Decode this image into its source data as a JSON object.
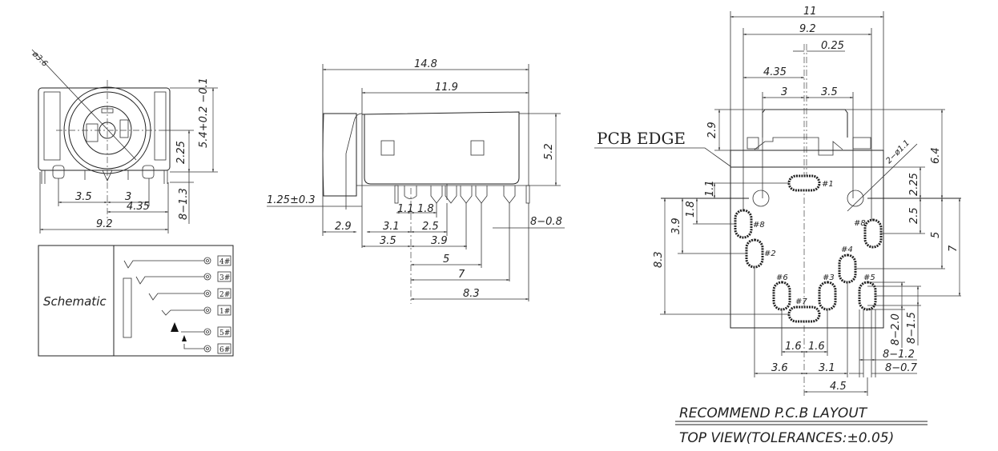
{
  "front_view": {
    "diameter": "ø3.6",
    "height_tol": "5.4+0.2 −0.1",
    "center_height": "2.25",
    "pin_len": "8−1.3",
    "pitch_left": "3.5",
    "pitch_right": "3",
    "offset": "4.35",
    "width": "9.2"
  },
  "schematic": {
    "title": "Schematic",
    "pins": [
      "4#",
      "3#",
      "2#",
      "1#",
      "5#",
      "6#"
    ]
  },
  "side_view": {
    "length_total": "14.8",
    "length_body": "11.9",
    "height": "5.2",
    "tip_offset": "1.25±0.3",
    "plug": "2.9",
    "d_1_1": "1.1",
    "d_1_8": "1.8",
    "d_3_1": "3.1",
    "d_2_5": "2.5",
    "d_3_5": "3.5",
    "d_3_9": "3.9",
    "d_5": "5",
    "d_7": "7",
    "d_8_3": "8.3",
    "pin_width": "8−0.8"
  },
  "pcb_layout": {
    "pcb_edge": "PCB EDGE",
    "w_11": "11",
    "w_9_2": "9.2",
    "w_0_25": "0.25",
    "w_4_35": "4.35",
    "w_3": "3",
    "w_3_5": "3.5",
    "h_2_9": "2.9",
    "h_6_4": "6.4",
    "h_2_25": "2.25",
    "hole_dia": "2−ø1.1",
    "h_1_1": "1.1",
    "h_1_8": "1.8",
    "h_3_9": "3.9",
    "h_8_3": "8.3",
    "h_2_5": "2.5",
    "h_5": "5",
    "h_7": "7",
    "slot_2_0": "8−2.0",
    "slot_1_5": "8−1.5",
    "slot_1_2": "8−1.2",
    "slot_0_7": "8−0.7",
    "x_1_6a": "1.6",
    "x_1_6b": "1.6",
    "x_3_6": "3.6",
    "x_3_1": "3.1",
    "x_4_5": "4.5",
    "pads": [
      "#1",
      "#8",
      "#2",
      "#8",
      "#4",
      "#6",
      "#3",
      "#5",
      "#7"
    ],
    "footer_line1": "RECOMMEND P.C.B LAYOUT",
    "footer_line2": "TOP VIEW(TOLERANCES:±0.05)"
  }
}
